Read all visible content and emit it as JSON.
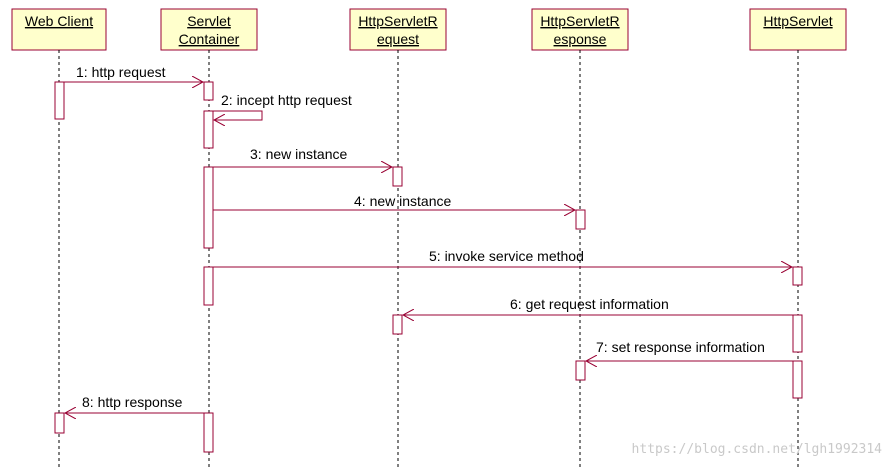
{
  "participants": [
    {
      "id": "web-client",
      "lines": [
        "Web Client"
      ]
    },
    {
      "id": "servlet-container",
      "lines": [
        "Servlet",
        "Container"
      ]
    },
    {
      "id": "http-servlet-request",
      "lines": [
        "HttpServletR",
        "equest"
      ]
    },
    {
      "id": "http-servlet-response",
      "lines": [
        "HttpServletR",
        "esponse"
      ]
    },
    {
      "id": "http-servlet",
      "lines": [
        "HttpServlet"
      ]
    }
  ],
  "messages": [
    {
      "label": "1: http request",
      "from": "web-client",
      "to": "servlet-container"
    },
    {
      "label": "2: incept http request",
      "from": "servlet-container",
      "to": "servlet-container"
    },
    {
      "label": "3: new instance",
      "from": "servlet-container",
      "to": "http-servlet-request"
    },
    {
      "label": "4: new instance",
      "from": "servlet-container",
      "to": "http-servlet-response"
    },
    {
      "label": "5: invoke service method",
      "from": "servlet-container",
      "to": "http-servlet"
    },
    {
      "label": "6: get request information",
      "from": "http-servlet",
      "to": "http-servlet-request"
    },
    {
      "label": "7: set response information",
      "from": "http-servlet",
      "to": "http-servlet-response"
    },
    {
      "label": "8: http response",
      "from": "servlet-container",
      "to": "web-client"
    }
  ],
  "watermark": "https://blog.csdn.net/lgh1992314",
  "colors": {
    "box_fill": "#ffffcc",
    "line": "#990033"
  }
}
